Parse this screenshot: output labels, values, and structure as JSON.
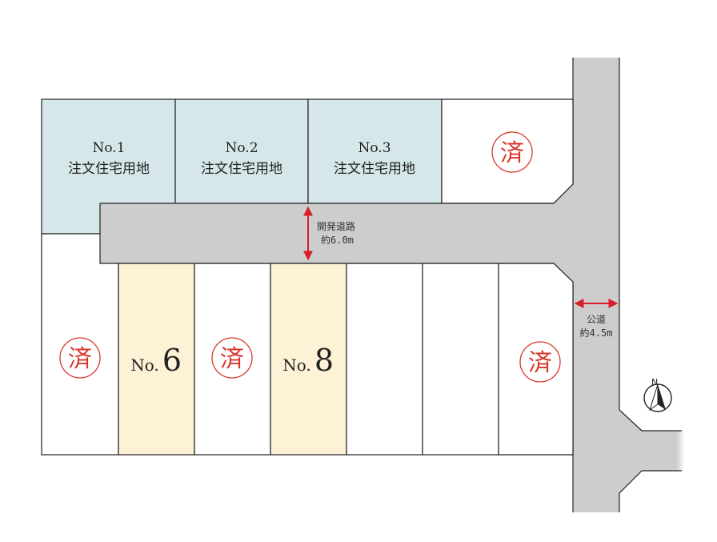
{
  "lots": {
    "no1": {
      "number": "No.1",
      "label": "注文住宅用地"
    },
    "no2": {
      "number": "No.2",
      "label": "注文住宅用地"
    },
    "no3": {
      "number": "No.3",
      "label": "注文住宅用地"
    },
    "no6": {
      "number": "No.",
      "number_big": "6"
    },
    "no8": {
      "number": "No.",
      "number_big": "8"
    }
  },
  "sold_mark": "済",
  "roads": {
    "development_road": {
      "name": "開発道路",
      "width": "約6.0m"
    },
    "public_road": {
      "name": "公道",
      "width": "約4.5m"
    }
  },
  "compass": {
    "north": "N"
  },
  "colors": {
    "available_blue": "#d6e7ea",
    "available_yellow": "#fdf2d6",
    "road_gray": "#cdcdcd",
    "sold_red": "#d8362a",
    "arrow_red": "#d81e2a"
  }
}
